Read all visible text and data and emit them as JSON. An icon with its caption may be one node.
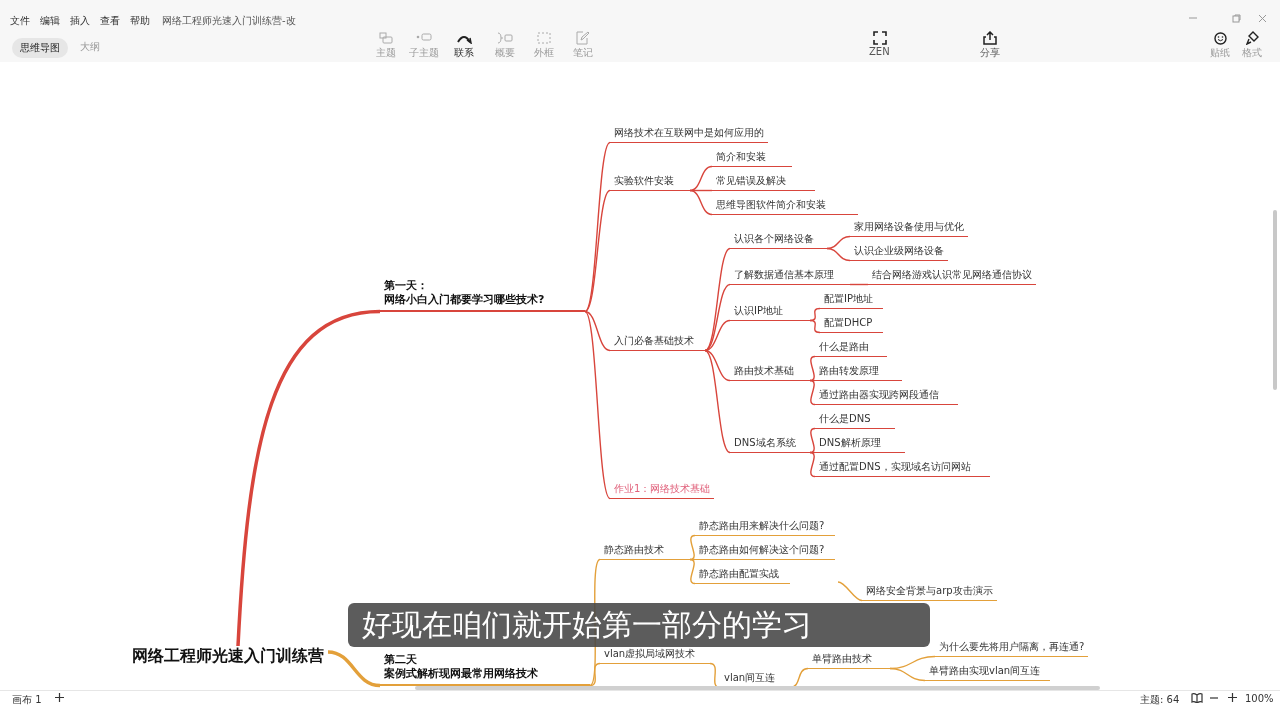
{
  "diagram": {
    "nodes": [
      {
        "text": [
          "网络工程师光速入门训练营"
        ]
      },
      {
        "text": [
          "第一天：",
          "网络小白入门都要学习哪些技术?"
        ]
      },
      {
        "text": [
          "网络技术在互联网中是如何应用的"
        ]
      },
      {
        "text": [
          "实验软件安装"
        ]
      },
      {
        "text": [
          "简介和安装"
        ]
      },
      {
        "text": [
          "常见错误及解决"
        ]
      },
      {
        "text": [
          "思维导图软件简介和安装"
        ]
      },
      {
        "text": [
          "入门必备基础技术"
        ]
      },
      {
        "text": [
          "认识各个网络设备"
        ]
      },
      {
        "text": [
          "家用网络设备使用与优化"
        ]
      },
      {
        "text": [
          "认识企业级网络设备"
        ]
      },
      {
        "text": [
          "了解数据通信基本原理"
        ]
      },
      {
        "text": [
          "结合网络游戏认识常见网络通信协议"
        ]
      },
      {
        "text": [
          "认识IP地址"
        ]
      },
      {
        "text": [
          "配置IP地址"
        ]
      },
      {
        "text": [
          "配置DHCP"
        ]
      },
      {
        "text": [
          "路由技术基础"
        ]
      },
      {
        "text": [
          "什么是路由"
        ]
      },
      {
        "text": [
          "路由转发原理"
        ]
      },
      {
        "text": [
          "通过路由器实现跨网段通信"
        ]
      },
      {
        "text": [
          "DNS域名系统"
        ]
      },
      {
        "text": [
          "什么是DNS"
        ]
      },
      {
        "text": [
          "DNS解析原理"
        ]
      },
      {
        "text": [
          "通过配置DNS，实现域名访问网站"
        ]
      },
      {
        "text": [
          "作业1：网络技术基础"
        ]
      },
      {
        "text": [
          "第二天",
          "案例式解析现网最常用网络技术"
        ]
      },
      {
        "text": [
          "静态路由技术"
        ]
      },
      {
        "text": [
          "静态路由用来解决什么问题?"
        ]
      },
      {
        "text": [
          "静态路由如何解决这个问题?"
        ]
      },
      {
        "text": [
          "静态路由配置实战"
        ]
      },
      {
        "text": [
          "网络安全背景与arp攻击演示"
        ]
      },
      {
        "text": [
          "vlan虚拟局域网技术"
        ]
      },
      {
        "text": [
          "vlan间互连"
        ]
      },
      {
        "text": [
          "单臂路由技术"
        ]
      },
      {
        "text": [
          "为什么要先将用户隔离，再连通?"
        ]
      },
      {
        "text": [
          "单臂路由实现vlan间互连"
        ]
      }
    ],
    "edges": [
      {
        "from": 0,
        "to": 1,
        "arrow": "none",
        "style": "thick"
      },
      {
        "from": 1,
        "to": 2,
        "arrow": "none"
      },
      {
        "from": 1,
        "to": 3,
        "arrow": "none"
      },
      {
        "from": 3,
        "to": 4,
        "arrow": "none"
      },
      {
        "from": 3,
        "to": 5,
        "arrow": "none"
      },
      {
        "from": 3,
        "to": 6,
        "arrow": "none"
      },
      {
        "from": 1,
        "to": 7,
        "arrow": "none"
      },
      {
        "from": 7,
        "to": 8,
        "arrow": "none"
      },
      {
        "from": 8,
        "to": 9,
        "arrow": "none"
      },
      {
        "from": 8,
        "to": 10,
        "arrow": "none"
      },
      {
        "from": 7,
        "to": 11,
        "arrow": "none"
      },
      {
        "from": 11,
        "to": 12,
        "arrow": "none"
      },
      {
        "from": 7,
        "to": 13,
        "arrow": "none"
      },
      {
        "from": 13,
        "to": 14,
        "arrow": "none"
      },
      {
        "from": 13,
        "to": 15,
        "arrow": "none"
      },
      {
        "from": 7,
        "to": 16,
        "arrow": "none"
      },
      {
        "from": 16,
        "to": 17,
        "arrow": "none"
      },
      {
        "from": 16,
        "to": 18,
        "arrow": "none"
      },
      {
        "from": 16,
        "to": 19,
        "arrow": "none"
      },
      {
        "from": 7,
        "to": 20,
        "arrow": "none"
      },
      {
        "from": 20,
        "to": 21,
        "arrow": "none"
      },
      {
        "from": 20,
        "to": 22,
        "arrow": "none"
      },
      {
        "from": 20,
        "to": 23,
        "arrow": "none"
      },
      {
        "from": 1,
        "to": 24,
        "arrow": "none"
      },
      {
        "from": 0,
        "to": 25,
        "arrow": "none",
        "style": "thick",
        "color": "#e3a03a"
      },
      {
        "from": 25,
        "to": 26,
        "arrow": "none",
        "color": "#e3a03a"
      },
      {
        "from": 26,
        "to": 27,
        "arrow": "none",
        "color": "#e3a03a"
      },
      {
        "from": 26,
        "to": 28,
        "arrow": "none",
        "color": "#e3a03a"
      },
      {
        "from": 26,
        "to": 29,
        "arrow": "none",
        "color": "#e3a03a"
      },
      {
        "from": null,
        "to": 30,
        "arrow": "none",
        "color": "#e3a03a"
      },
      {
        "from": 25,
        "to": 31,
        "arrow": "none",
        "color": "#e3a03a"
      },
      {
        "from": 31,
        "to": 32,
        "arrow": "none",
        "color": "#e3a03a"
      },
      {
        "from": 32,
        "to": 33,
        "arrow": "none",
        "color": "#e3a03a"
      },
      {
        "from": 33,
        "to": 34,
        "arrow": "none",
        "color": "#e3a03a"
      },
      {
        "from": 33,
        "to": 35,
        "arrow": "none",
        "color": "#e3a03a"
      }
    ],
    "labels": [
      "文件",
      "编辑",
      "插入",
      "查看",
      "帮助",
      "网络工程师光速入门训练营-改",
      "思维导图",
      "大纲",
      "主题",
      "子主题",
      "联系",
      "概要",
      "外框",
      "笔记",
      "ZEN",
      "分享",
      "贴纸",
      "格式",
      "好现在咱们就开始第一部分的学习",
      "画布 1",
      "主题: 64",
      "100%"
    ]
  }
}
